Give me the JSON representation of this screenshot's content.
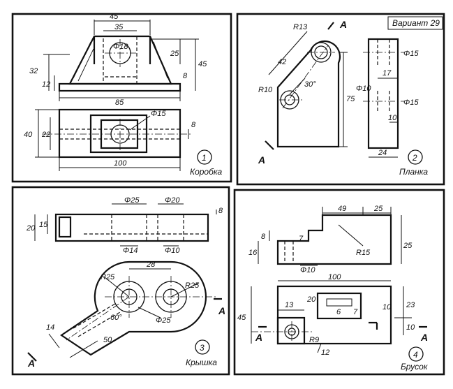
{
  "variant": "Вариант 29",
  "section_marker": "A",
  "panels": [
    {
      "number": "1",
      "name": "Коробка",
      "dims": {
        "top_45": "45",
        "top_35": "35",
        "dia18": "Φ18",
        "h25": "25",
        "h45": "45",
        "h8": "8",
        "h32": "32",
        "h12": "12",
        "w85": "85",
        "h40": "40",
        "h22": "22",
        "dia15": "Φ15",
        "h8b": "8",
        "w100": "100"
      }
    },
    {
      "number": "2",
      "name": "Планка",
      "dims": {
        "r13": "R13",
        "d42": "42",
        "r10": "R10",
        "a30": "30°",
        "h75": "75",
        "dia15a": "Φ15",
        "dia10": "Φ10",
        "w17": "17",
        "dia15b": "Φ15",
        "w10": "10",
        "w24": "24"
      }
    },
    {
      "number": "3",
      "name": "Крышка",
      "dims": {
        "dia25": "Φ25",
        "dia20": "Φ20",
        "h8": "8",
        "h20": "20",
        "h15": "15",
        "dia14": "Φ14",
        "dia10": "Φ10",
        "w28": "28",
        "r25a": "R25",
        "r25b": "R25",
        "a60": "60°",
        "dia25b": "Φ25",
        "w14": "14",
        "w50": "50"
      }
    },
    {
      "number": "4",
      "name": "Брусок",
      "dims": {
        "w49": "49",
        "w25": "25",
        "h8": "8",
        "h7": "7",
        "h16": "16",
        "r15": "R15",
        "h25": "25",
        "dia10": "Φ10",
        "w100": "100",
        "h45": "45",
        "w13": "13",
        "h20": "20",
        "h6": "6",
        "h7b": "7",
        "w10": "10",
        "h23": "23",
        "h10": "10",
        "r9": "R9",
        "h12": "12"
      }
    }
  ]
}
